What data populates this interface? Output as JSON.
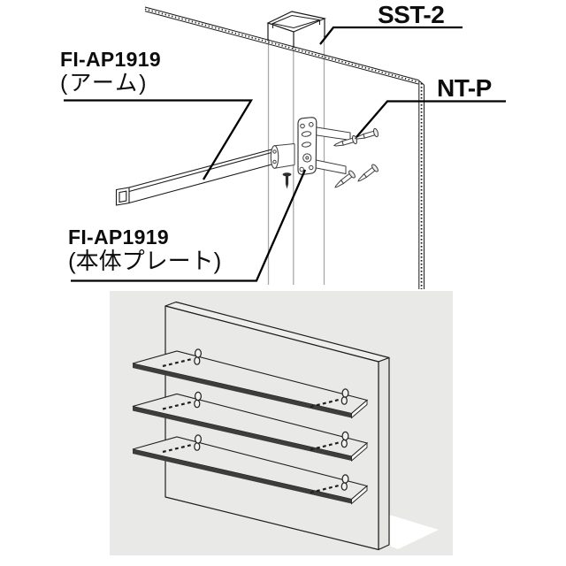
{
  "diagram_title": "shelf-bracket-assembly-diagram",
  "labels": {
    "arm_code": "FI-AP1919",
    "arm_name": "(アーム)",
    "plate_code": "FI-AP1919",
    "plate_name": "(本体プレート)",
    "post_code": "SST-2",
    "screw_code": "NT-P"
  },
  "colors": {
    "canvas": "#ffffff",
    "inset_background": "#e9e9e7",
    "line": "#1a1a1a",
    "shelf_edge": "#3d3d3d",
    "shadow": "#ffffff"
  }
}
